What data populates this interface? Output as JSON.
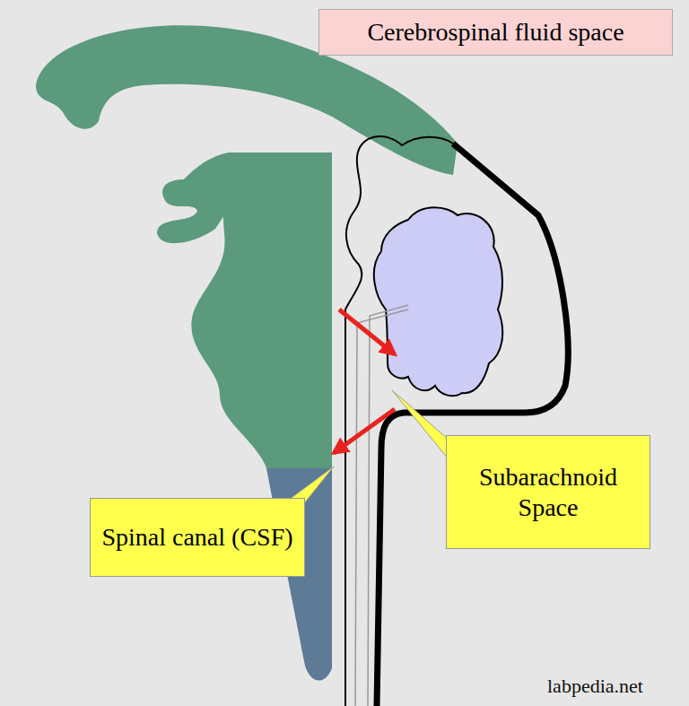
{
  "diagram": {
    "nodes": [
      {
        "text": [
          "Cerebrospinal fluid space"
        ]
      },
      {
        "text": [
          "Subarachnoid Space"
        ]
      },
      {
        "text": [
          "Spinal canal (CSF)"
        ]
      }
    ],
    "labels": [
      "labpedia.net"
    ]
  }
}
